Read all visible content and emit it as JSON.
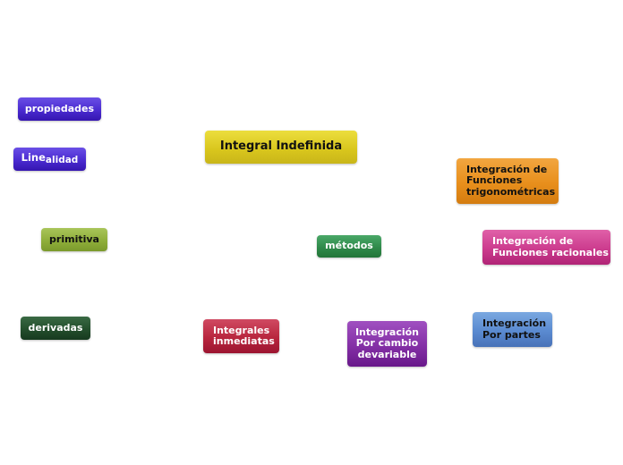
{
  "mindmap": {
    "root": {
      "label": "Integral Indefinida",
      "color": "#d8c51c"
    },
    "nodes": {
      "propiedades": {
        "label": "propiedades",
        "color": "#4a2bd0"
      },
      "linealidad": {
        "label_part1": "Line",
        "label_part2": "alidad",
        "color": "#4a2bd0"
      },
      "primitiva": {
        "label": "primitiva",
        "color": "#8fae3a"
      },
      "derivadas": {
        "label": "derivadas",
        "color": "#234e2c"
      },
      "metodos": {
        "label": "métodos",
        "color": "#2f8a4a"
      },
      "integrales_inmediatas": {
        "label": "Integrales\ninmediatas",
        "color": "#b8263e"
      },
      "cambio_variable": {
        "label": "Integración\nPor cambio\ndevariable",
        "color": "#8430a6"
      },
      "por_partes": {
        "label": "Integración\nPor partes",
        "color": "#5a8ad0"
      },
      "trigonometricas": {
        "label": "Integración de\nFunciones\ntrigonométricas",
        "color": "#e88f1c"
      },
      "racionales": {
        "label": "Integración de\nFunciones racionales",
        "color": "#cc3c8e"
      }
    }
  }
}
